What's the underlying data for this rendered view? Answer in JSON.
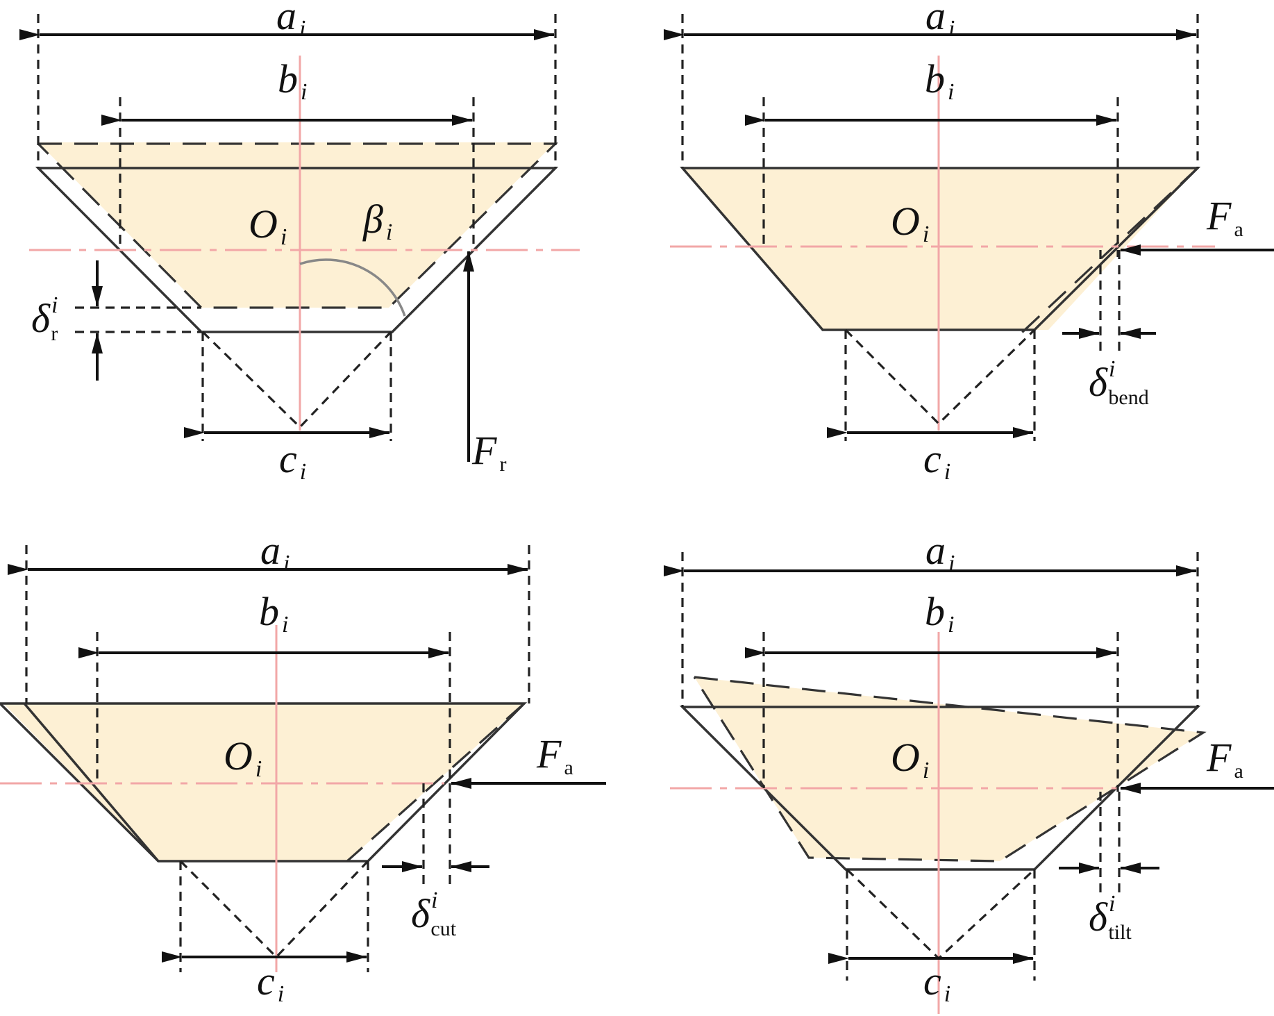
{
  "panels": [
    {
      "id": "radial",
      "labels": {
        "a": "a",
        "a_sub": "i",
        "b": "b",
        "b_sub": "i",
        "c": "c",
        "c_sub": "i",
        "center": "O",
        "center_sub": "i",
        "angle": "β",
        "angle_sub": "i",
        "force": "F",
        "force_sub": "r",
        "delta": "δ",
        "delta_sup": "i",
        "delta_sub": "r"
      }
    },
    {
      "id": "bend",
      "labels": {
        "a": "a",
        "a_sub": "i",
        "b": "b",
        "b_sub": "i",
        "c": "c",
        "c_sub": "i",
        "center": "O",
        "center_sub": "i",
        "force": "F",
        "force_sub": "a",
        "delta": "δ",
        "delta_sup": "i",
        "delta_sub": "bend"
      }
    },
    {
      "id": "cut",
      "labels": {
        "a": "a",
        "a_sub": "i",
        "b": "b",
        "b_sub": "i",
        "c": "c",
        "c_sub": "i",
        "center": "O",
        "center_sub": "i",
        "force": "F",
        "force_sub": "a",
        "delta": "δ",
        "delta_sup": "i",
        "delta_sub": "cut"
      }
    },
    {
      "id": "tilt",
      "labels": {
        "a": "a",
        "a_sub": "i",
        "b": "b",
        "b_sub": "i",
        "c": "c",
        "c_sub": "i",
        "center": "O",
        "center_sub": "i",
        "force": "F",
        "force_sub": "a",
        "delta": "δ",
        "delta_sup": "i",
        "delta_sub": "tilt"
      }
    }
  ],
  "colors": {
    "fill": "#fdf0d4",
    "axis": "#f2a7a7",
    "line": "#222222"
  }
}
